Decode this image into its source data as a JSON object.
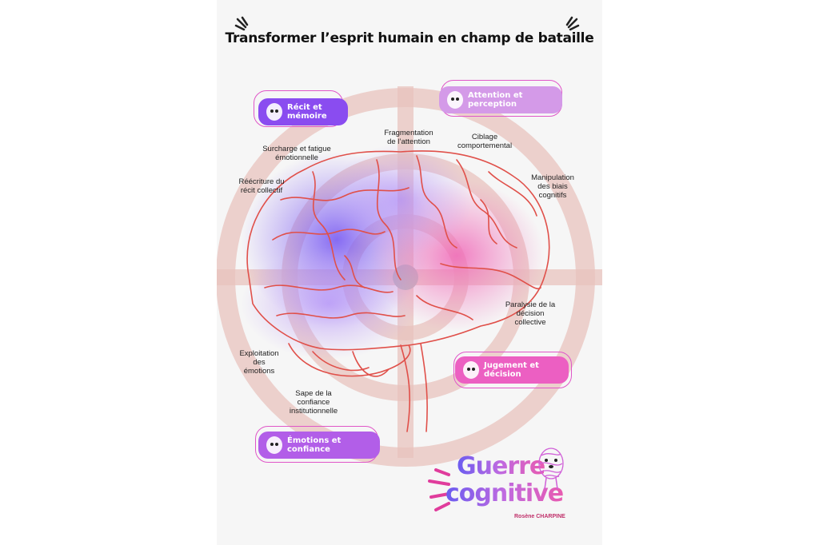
{
  "title": "Transformer l’esprit humain en champ de bataille",
  "categories": [
    {
      "label": "Récit et mémoire",
      "color": "#8a4cf0"
    },
    {
      "label": "Attention et perception",
      "color": "#d49ae8"
    },
    {
      "label": "Jugement et décision",
      "color": "#ec5fc2"
    },
    {
      "label": "Émotions et confiance",
      "color": "#b25ee8"
    }
  ],
  "labels": {
    "fragmentation": "Fragmentation\nde l’attention",
    "ciblage": "Ciblage\ncomportemental",
    "surcharge": "Surcharge et fatigue\némotionnelle",
    "reecriture": "Réécriture du\nrécit collectif",
    "manipulation": "Manipulation\ndes biais\ncognitifs",
    "paralysie": "Paralysie de la\ndécision\ncollective",
    "exploitation": "Exploitation\ndes\némotions",
    "sape": "Sape de la\nconfiance\ninstitutionnelle"
  },
  "logo": {
    "line1": "Guerre",
    "line2": "cognitive",
    "author": "Rosène CHARPINE"
  },
  "colors": {
    "target": "#e8c3bd",
    "brain_line": "#e0504a",
    "accent_pink": "#e03c9c"
  }
}
